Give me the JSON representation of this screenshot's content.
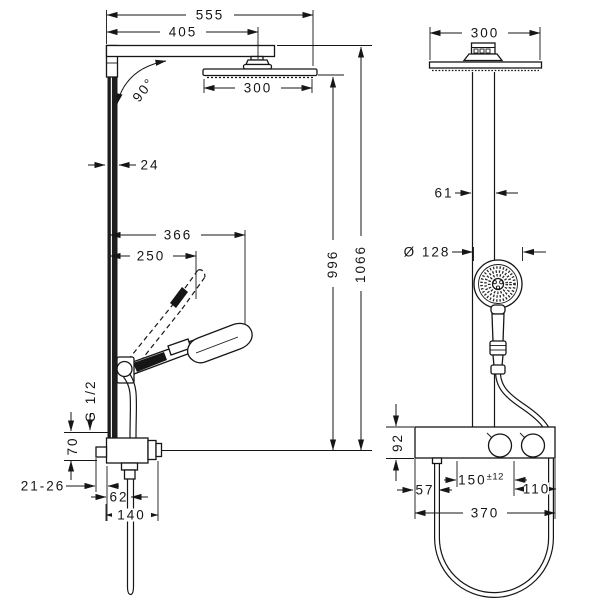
{
  "meta": {
    "drawing_type": "shower system technical dimension drawing",
    "background": "#ffffff",
    "line_color": "#161616",
    "bar_fill": "#1d1d1d"
  },
  "side_view": {
    "overall_width": "555",
    "arm_length": "405",
    "angle": "90°",
    "head_width": "300",
    "bar_depth": "24",
    "reach_lowered": "366",
    "reach_raised": "250",
    "height_to_head": "996",
    "height_to_arm": "1066",
    "thread_size": "G 1/2",
    "body_height": "70",
    "wall_clearance": "21-26",
    "hose_offset": "62",
    "body_width": "140"
  },
  "front_view": {
    "head_width": "300",
    "pipe_width": "61",
    "hand_shower_diameter": "Ø 128",
    "body_height": "92",
    "hose_offset": "57",
    "connection_span": "150",
    "connection_tolerance": "±12",
    "right_span": "110",
    "body_width": "370"
  }
}
